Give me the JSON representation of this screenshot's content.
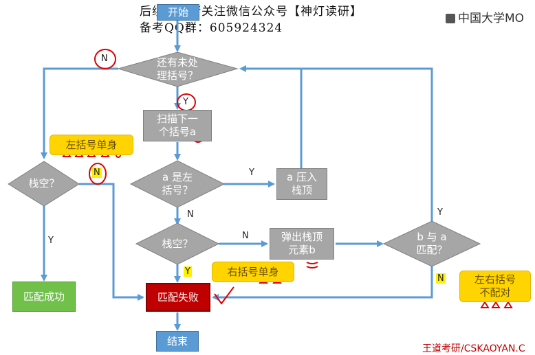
{
  "header": {
    "line1": "后续课程请关注微信公众号【神灯读研】",
    "line2": "备考QQ群：605924324"
  },
  "logo": {
    "text": "中国大学MO"
  },
  "footer": {
    "text": "王道考研/CSKAOYAN.C"
  },
  "nodes": {
    "start": "开始",
    "has_unprocessed": [
      "还有未处",
      "理括号？"
    ],
    "scan_next": [
      "扫描下一",
      "个括号a"
    ],
    "is_left": [
      "a 是左",
      "括号？"
    ],
    "push": [
      "a 压入",
      "栈顶"
    ],
    "stack_empty_right": "栈空？",
    "pop": [
      "弹出栈顶",
      "元素b"
    ],
    "match": [
      "b 与 a",
      "匹配？"
    ],
    "stack_empty_left": "栈空？",
    "success": "匹配成功",
    "fail": "匹配失败",
    "end": "结束"
  },
  "edge_labels": {
    "top_no": "N",
    "top_yes": "Y",
    "left_yes": "Y",
    "left_no": "N",
    "is_left_yes": "Y",
    "is_left_no": "N",
    "right_empty_no": "N",
    "right_empty_yes": "Y",
    "match_yes": "Y",
    "match_no": "N"
  },
  "notes": {
    "single_left": "左括号单身",
    "single_right": "右括号单身",
    "mismatch": [
      "左右括号",
      "不配对"
    ]
  },
  "colors": {
    "process_gray": "#a6a6a6",
    "decision_gray": "#a6a6a6",
    "terminal_blue": "#5b9bd5",
    "success_green": "#70c04a",
    "fail_red": "#c00000",
    "note_yellow": "#ffd400",
    "arrow_blue": "#5b9bd5",
    "annotation_red": "#e00000"
  }
}
